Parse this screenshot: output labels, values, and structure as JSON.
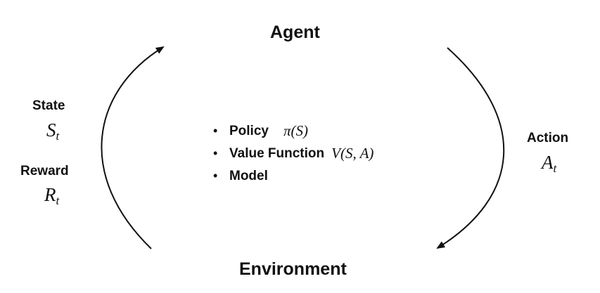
{
  "agent": {
    "title": "Agent"
  },
  "environment": {
    "title": "Environment"
  },
  "left_signals": {
    "state_label": "State",
    "state_symbol": "S",
    "state_subscript": "t",
    "reward_label": "Reward",
    "reward_symbol": "R",
    "reward_subscript": "t"
  },
  "right_signals": {
    "action_label": "Action",
    "action_symbol": "A",
    "action_subscript": "t"
  },
  "components": [
    {
      "bullet": "•",
      "label": "Policy",
      "math": "π(S)"
    },
    {
      "bullet": "•",
      "label": "Value Function",
      "math": "V(S, A)"
    },
    {
      "bullet": "•",
      "label": "Model",
      "math": ""
    }
  ],
  "colors": {
    "ink": "#111111",
    "background": "#ffffff"
  }
}
